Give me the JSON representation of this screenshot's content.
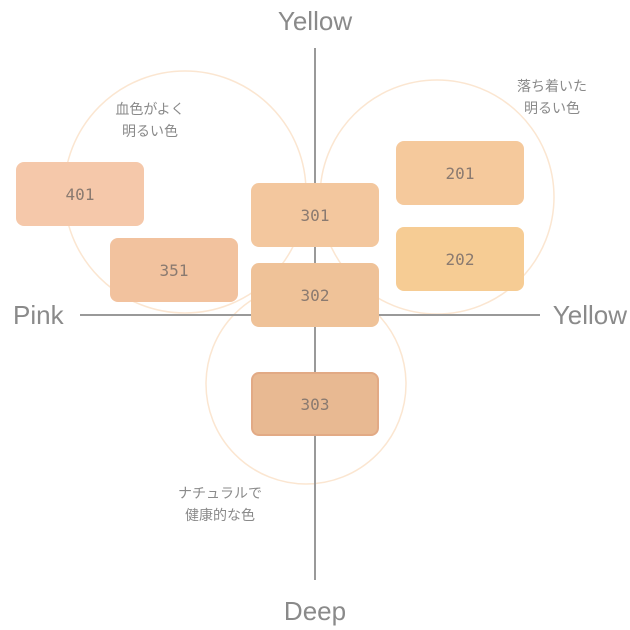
{
  "axes": {
    "top": "Yellow",
    "bottom": "Deep",
    "left": "Pink",
    "right": "Yellow"
  },
  "regions": {
    "top_left": [
      "血色がよく",
      "明るい色"
    ],
    "top_right": [
      "落ち着いた",
      "明るい色"
    ],
    "bottom": [
      "ナチュラルで",
      "健康的な色"
    ]
  },
  "swatches": [
    {
      "id": "401",
      "label": "401",
      "color": "#f5c8aa"
    },
    {
      "id": "351",
      "label": "351",
      "color": "#f2c29e"
    },
    {
      "id": "301",
      "label": "301",
      "color": "#f3c79e"
    },
    {
      "id": "302",
      "label": "302",
      "color": "#efc298"
    },
    {
      "id": "303",
      "label": "303",
      "color": "#e8b992"
    },
    {
      "id": "201",
      "label": "201",
      "color": "#f5c99c"
    },
    {
      "id": "202",
      "label": "202",
      "color": "#f6cc94"
    }
  ],
  "colors": {
    "axis_line": "#999999",
    "axis_text": "#8a8a8a",
    "region_text": "#8a8a8a",
    "circle_stroke": "#fbe6d1",
    "swatch_text": "#8a7a70"
  }
}
